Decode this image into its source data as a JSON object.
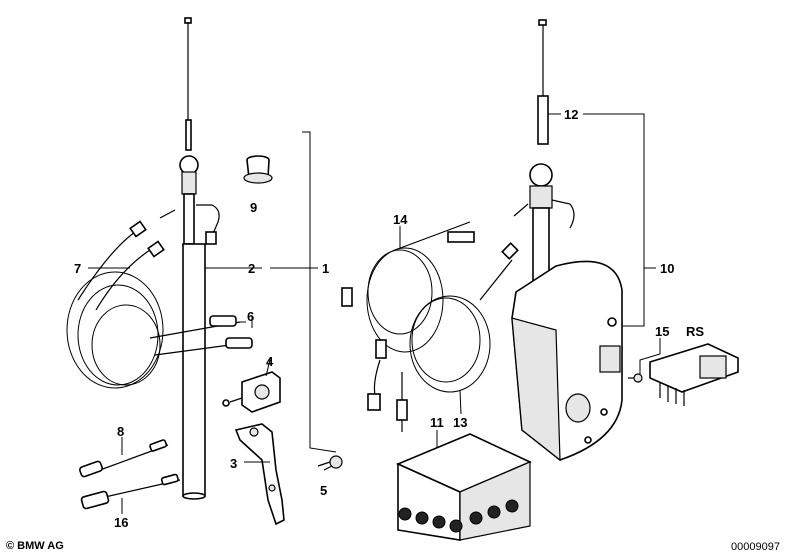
{
  "diagram": {
    "callouts": [
      "1",
      "2",
      "3",
      "4",
      "5",
      "6",
      "7",
      "8",
      "9",
      "10",
      "11",
      "12",
      "13",
      "14",
      "15",
      "16",
      "RS"
    ]
  },
  "footer": {
    "brand": "© BMW AG",
    "image_number": "00009097"
  }
}
